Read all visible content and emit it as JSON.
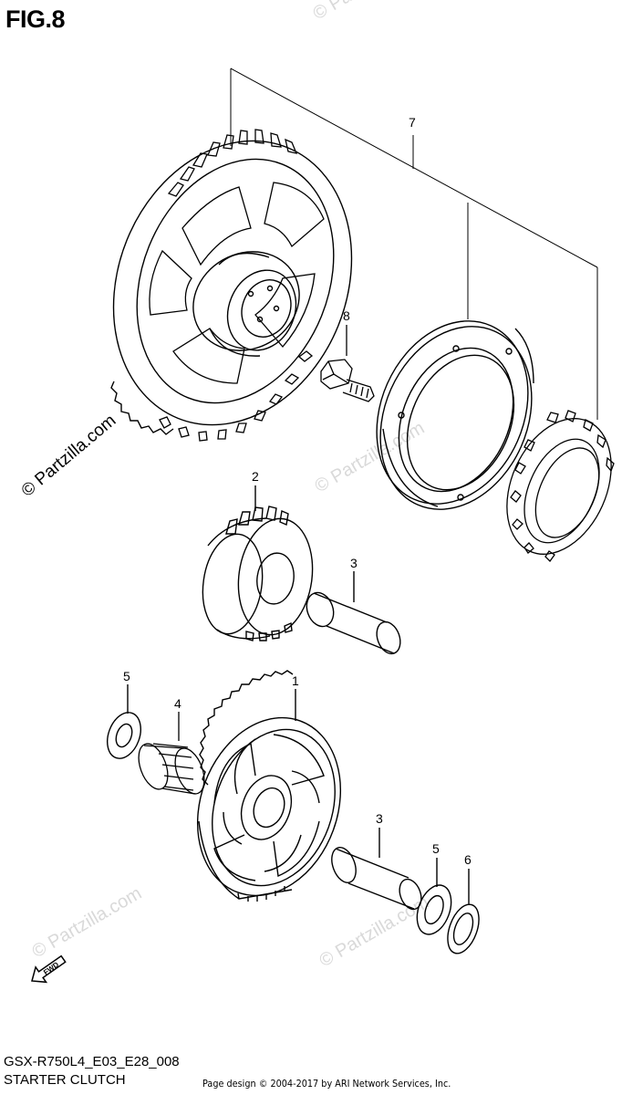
{
  "figure": {
    "title": "FIG.8"
  },
  "callouts": {
    "part_7": "7",
    "part_8": "8",
    "part_2": "2",
    "part_3_upper": "3",
    "part_5_left": "5",
    "part_4": "4",
    "part_1": "1",
    "part_3_lower": "3",
    "part_5_right": "5",
    "part_6": "6"
  },
  "watermark": {
    "main": "© Partzilla.com",
    "faint": "© Partzilla.com"
  },
  "fwd_label": "FWD",
  "footer": {
    "model_code": "GSX-R750L4_E03_E28_008",
    "assembly_name": "STARTER CLUTCH",
    "credit": "Page design © 2004-2017 by ARI Network Services, Inc."
  },
  "colors": {
    "line": "#000000",
    "watermark_faint": "#d9d9d9",
    "background": "#ffffff"
  }
}
